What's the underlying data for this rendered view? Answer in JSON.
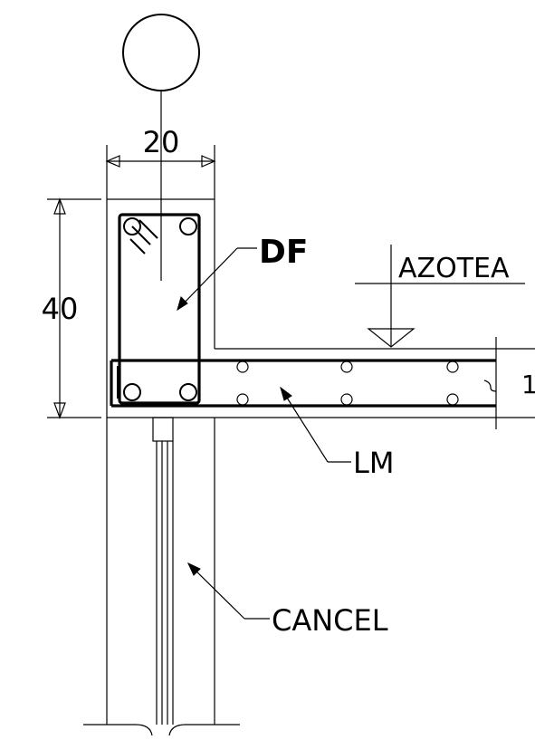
{
  "labels": {
    "dim_width": "20",
    "dim_height": "40",
    "dim_slab": "1",
    "beam_label": "DF",
    "roof_label": "AZOTEA",
    "slab_label": "LM",
    "wall_label": "CANCEL"
  }
}
